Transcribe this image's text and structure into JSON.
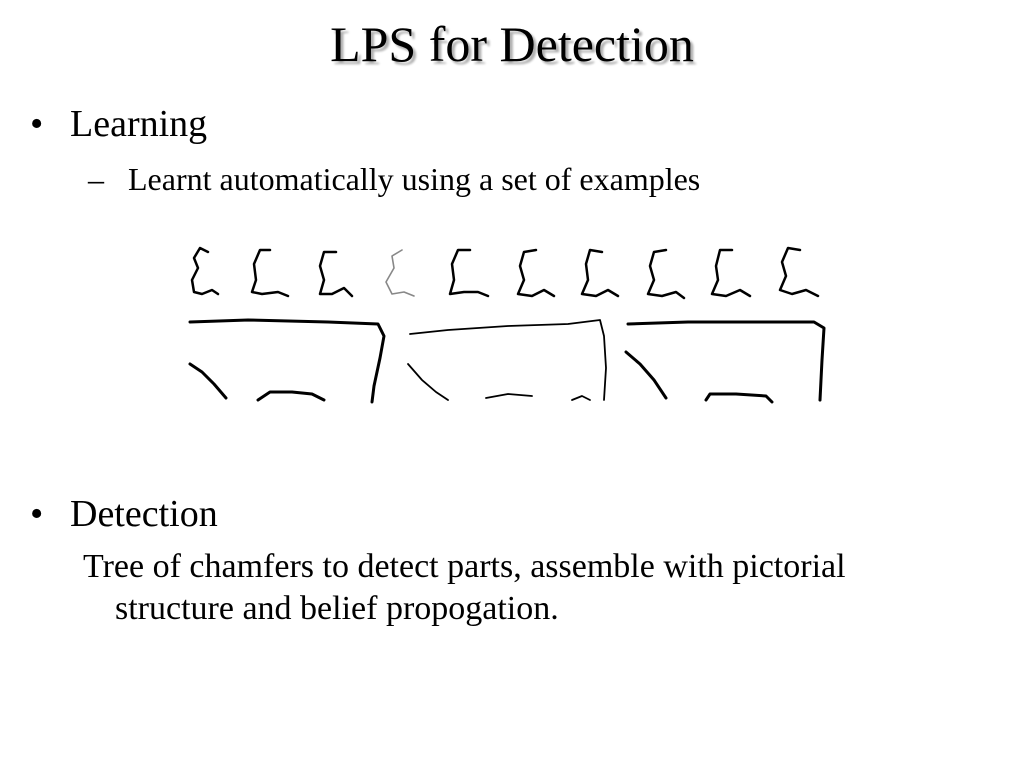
{
  "slide": {
    "title": "LPS for Detection",
    "bullets": [
      {
        "marker": "•",
        "label": "Learning",
        "sub_marker": "–",
        "sub_text": "Learnt automatically using a set of examples"
      },
      {
        "marker": "•",
        "label": "Detection",
        "detail_line1": "Tree of chamfers to detect parts, assemble with pictorial",
        "detail_line2": "structure and belief propogation."
      }
    ]
  },
  "figure": {
    "description_icon": "edge-template-examples-image"
  }
}
